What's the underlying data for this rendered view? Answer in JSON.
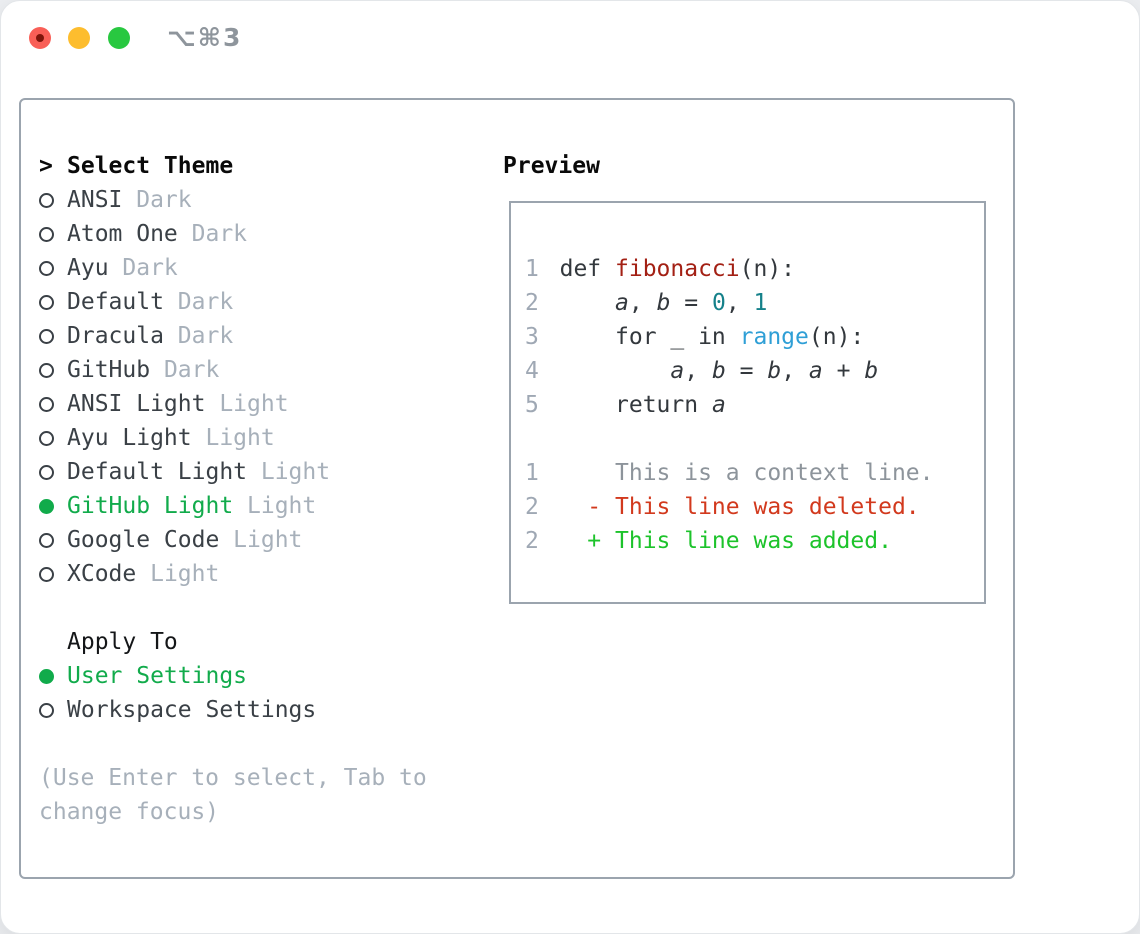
{
  "window": {
    "title": "⌥⌘3",
    "traffic_lights": [
      "close",
      "minimize",
      "zoom"
    ]
  },
  "theme_list": {
    "prompt": ">",
    "title": "Select Theme",
    "items": [
      {
        "name": "ANSI",
        "variant": "Dark",
        "selected": false
      },
      {
        "name": "Atom One",
        "variant": "Dark",
        "selected": false
      },
      {
        "name": "Ayu",
        "variant": "Dark",
        "selected": false
      },
      {
        "name": "Default",
        "variant": "Dark",
        "selected": false
      },
      {
        "name": "Dracula",
        "variant": "Dark",
        "selected": false
      },
      {
        "name": "GitHub",
        "variant": "Dark",
        "selected": false
      },
      {
        "name": "ANSI Light",
        "variant": "Light",
        "selected": false
      },
      {
        "name": "Ayu Light",
        "variant": "Light",
        "selected": false
      },
      {
        "name": "Default Light",
        "variant": "Light",
        "selected": false
      },
      {
        "name": "GitHub Light",
        "variant": "Light",
        "selected": true
      },
      {
        "name": "Google Code",
        "variant": "Light",
        "selected": false
      },
      {
        "name": "XCode",
        "variant": "Light",
        "selected": false
      }
    ]
  },
  "apply_to": {
    "title": "Apply To",
    "items": [
      {
        "name": "User Settings",
        "selected": true
      },
      {
        "name": "Workspace Settings",
        "selected": false
      }
    ]
  },
  "hint": {
    "line1": "(Use Enter to select, Tab to",
    "line2": "change focus)"
  },
  "preview": {
    "title": "Preview",
    "lines": [
      {
        "num": "1",
        "kind": "code",
        "segments": [
          {
            "t": "def ",
            "c": "code"
          },
          {
            "t": "fibonacci",
            "c": "func"
          },
          {
            "t": "(n):",
            "c": "code"
          }
        ]
      },
      {
        "num": "2",
        "kind": "code",
        "segments": [
          {
            "t": "    ",
            "c": "code"
          },
          {
            "t": "a",
            "c": "var"
          },
          {
            "t": ", ",
            "c": "code"
          },
          {
            "t": "b",
            "c": "var"
          },
          {
            "t": " = ",
            "c": "code"
          },
          {
            "t": "0",
            "c": "num"
          },
          {
            "t": ", ",
            "c": "code"
          },
          {
            "t": "1",
            "c": "num"
          }
        ]
      },
      {
        "num": "3",
        "kind": "code",
        "segments": [
          {
            "t": "    for _ in ",
            "c": "code"
          },
          {
            "t": "range",
            "c": "builtin"
          },
          {
            "t": "(n):",
            "c": "code"
          }
        ]
      },
      {
        "num": "4",
        "kind": "code",
        "segments": [
          {
            "t": "        ",
            "c": "code"
          },
          {
            "t": "a",
            "c": "var"
          },
          {
            "t": ", ",
            "c": "code"
          },
          {
            "t": "b",
            "c": "var"
          },
          {
            "t": " = ",
            "c": "code"
          },
          {
            "t": "b",
            "c": "var"
          },
          {
            "t": ", ",
            "c": "code"
          },
          {
            "t": "a",
            "c": "var"
          },
          {
            "t": " + ",
            "c": "code"
          },
          {
            "t": "b",
            "c": "var"
          }
        ]
      },
      {
        "num": "5",
        "kind": "code",
        "segments": [
          {
            "t": "    return ",
            "c": "code"
          },
          {
            "t": "a",
            "c": "var"
          }
        ]
      },
      {
        "num": "",
        "kind": "blank",
        "segments": []
      },
      {
        "num": "1",
        "kind": "context",
        "segments": [
          {
            "t": "    This is a context line.",
            "c": "ctx"
          }
        ]
      },
      {
        "num": "2",
        "kind": "deleted",
        "segments": [
          {
            "t": "  - This line was deleted.",
            "c": "del"
          }
        ]
      },
      {
        "num": "2",
        "kind": "added",
        "segments": [
          {
            "t": "  + This line was added.",
            "c": "add"
          }
        ]
      }
    ]
  },
  "colors": {
    "selected_green": "#11ab4b",
    "diff_added_green": "#1dc32b",
    "diff_deleted_red": "#d2391d",
    "context_gray": "#8d949b",
    "function_red": "#a32014",
    "number_teal": "#15818a",
    "builtin_blue": "#2f9fd6",
    "item_text": "#3a4046",
    "muted_gray": "#a7b0ba",
    "line_number_gray": "#9fa8b4",
    "panel_border": "#9ba4ae",
    "title_gray": "#8e959c",
    "traffic_red": "#f95f57",
    "traffic_yellow": "#fdbd2e",
    "traffic_green": "#28c840"
  }
}
